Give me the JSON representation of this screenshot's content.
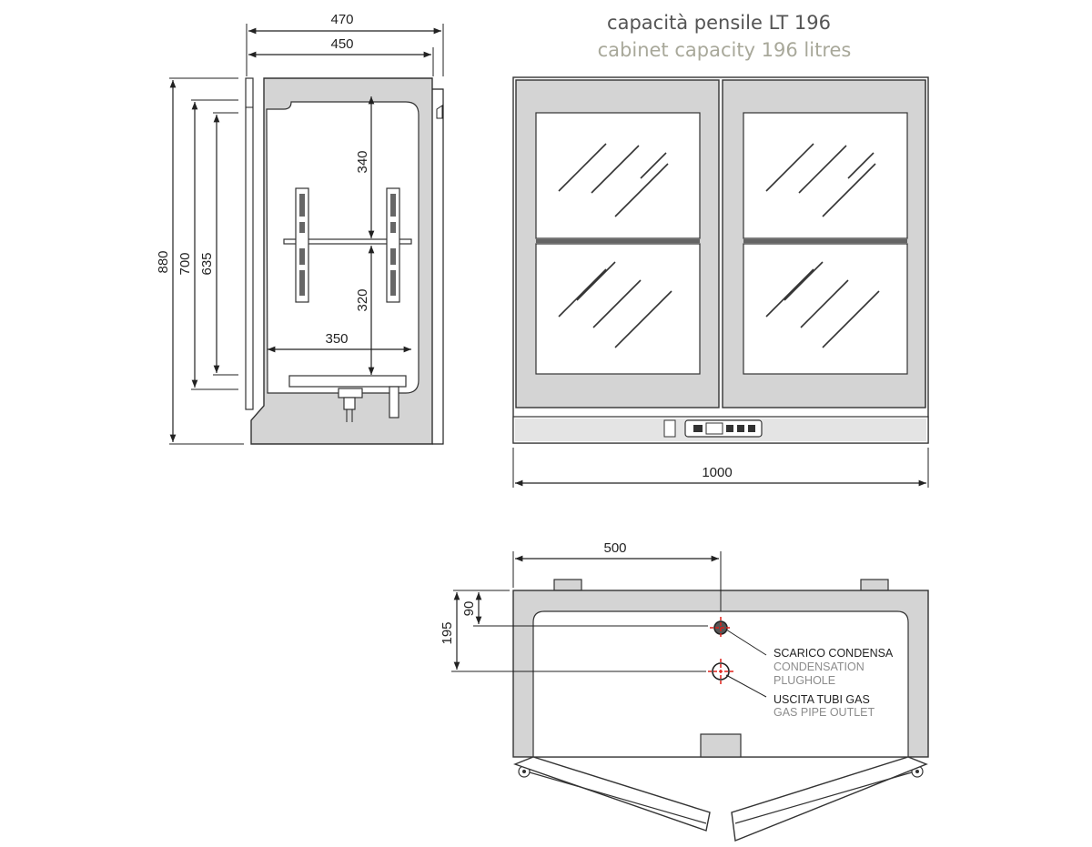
{
  "title": {
    "it": "capacità pensile LT 196",
    "en": "cabinet capacity 196 litres"
  },
  "dimensions": {
    "depth_total": "470",
    "depth_inner": "450",
    "height_total": "880",
    "height_door": "700",
    "height_glass": "635",
    "upper_space": "340",
    "lower_space": "320",
    "shelf_depth": "350",
    "width_total": "1000",
    "half_width": "500",
    "drain_offset": "90",
    "gas_offset": "195"
  },
  "labels": {
    "drain_it": "SCARICO CONDENSA",
    "drain_en_1": "CONDENSATION",
    "drain_en_2": "PLUGHOLE",
    "gas_it": "USCITA TUBI GAS",
    "gas_en": "GAS PIPE OUTLET"
  },
  "colors": {
    "line": "#222222",
    "body_fill": "#d4d4d4",
    "marker": "#e0201a",
    "title_it": "#555555",
    "title_en": "#a8a89a"
  }
}
